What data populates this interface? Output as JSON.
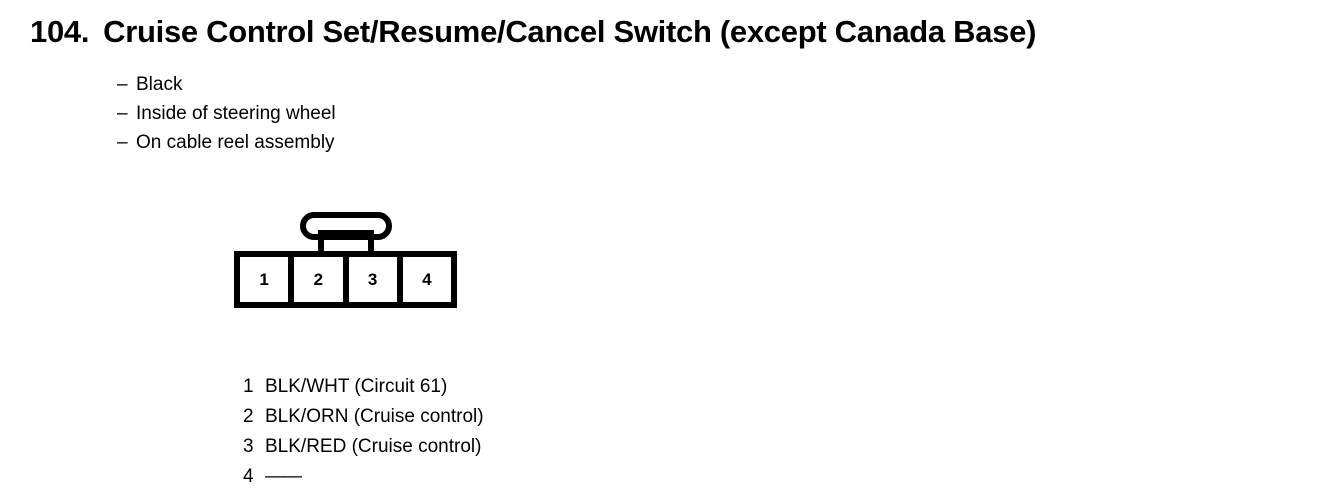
{
  "heading": {
    "number": "104.",
    "title": "Cruise Control Set/Resume/Cancel Switch (except Canada Base)"
  },
  "description": {
    "bullet_glyph": "–",
    "items": [
      "Black",
      "Inside of steering wheel",
      "On cable reel assembly"
    ]
  },
  "connector": {
    "pin_count": 4,
    "cells": [
      "1",
      "2",
      "3",
      "4"
    ],
    "latch_name": "locking-tab",
    "outline_color": "#000000",
    "fill_color": "#ffffff"
  },
  "pin_list": [
    {
      "pin": "1",
      "desc": "BLK/WHT (Circuit 61)"
    },
    {
      "pin": "2",
      "desc": "BLK/ORN (Cruise control)"
    },
    {
      "pin": "3",
      "desc": "BLK/RED (Cruise control)"
    },
    {
      "pin": "4",
      "desc": "——"
    }
  ]
}
